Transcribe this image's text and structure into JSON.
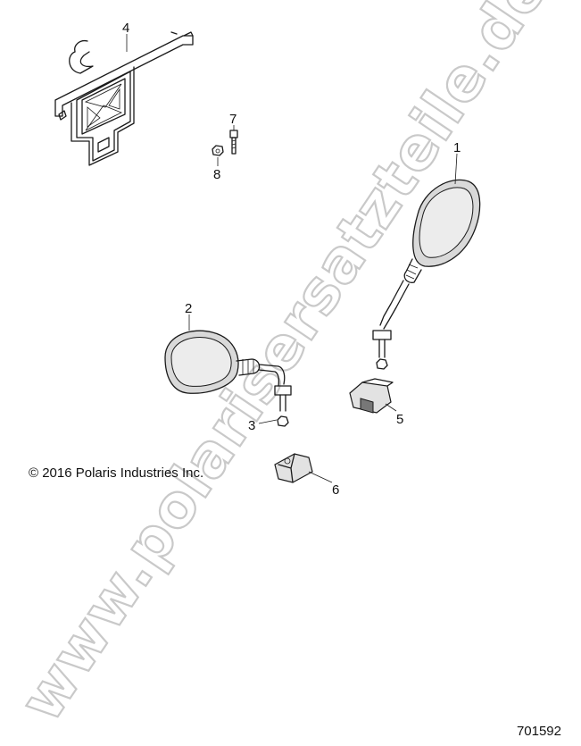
{
  "copyright": "© 2016 Polaris Industries Inc.",
  "figure_number": "701592",
  "watermark": "www.polarisersatzteile.de",
  "callouts": {
    "c1": "1",
    "c2": "2",
    "c3": "3",
    "c4": "4",
    "c5": "5",
    "c6": "6",
    "c7": "7",
    "c8": "8"
  }
}
